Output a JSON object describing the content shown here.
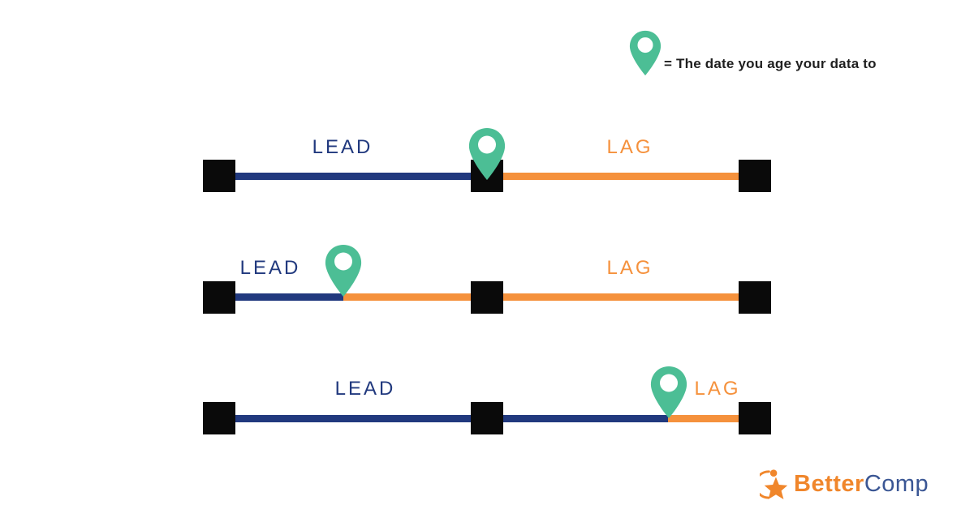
{
  "legend": {
    "pin_icon": "map-pin",
    "label": "= The date you age your data to"
  },
  "rows": [
    {
      "lead_label": "LEAD",
      "lag_label": "LAG",
      "pin_position": "at middle milestone"
    },
    {
      "lead_label": "LEAD",
      "lag_label": "LAG",
      "pin_position": "between first and middle milestone"
    },
    {
      "lead_label": "LEAD",
      "lag_label": "LAG",
      "pin_position": "between middle and last milestone"
    }
  ],
  "logo": {
    "name_part1": "Better",
    "name_part2": "Comp"
  },
  "colors": {
    "lead_navy": "#21397e",
    "lag_orange": "#f5913c",
    "pin_teal": "#4cbe95",
    "milestone_black": "#0a0a0a",
    "legend_text": "#1f1f1f",
    "logo_orange": "#f0862b",
    "logo_navy": "#3a5694"
  }
}
